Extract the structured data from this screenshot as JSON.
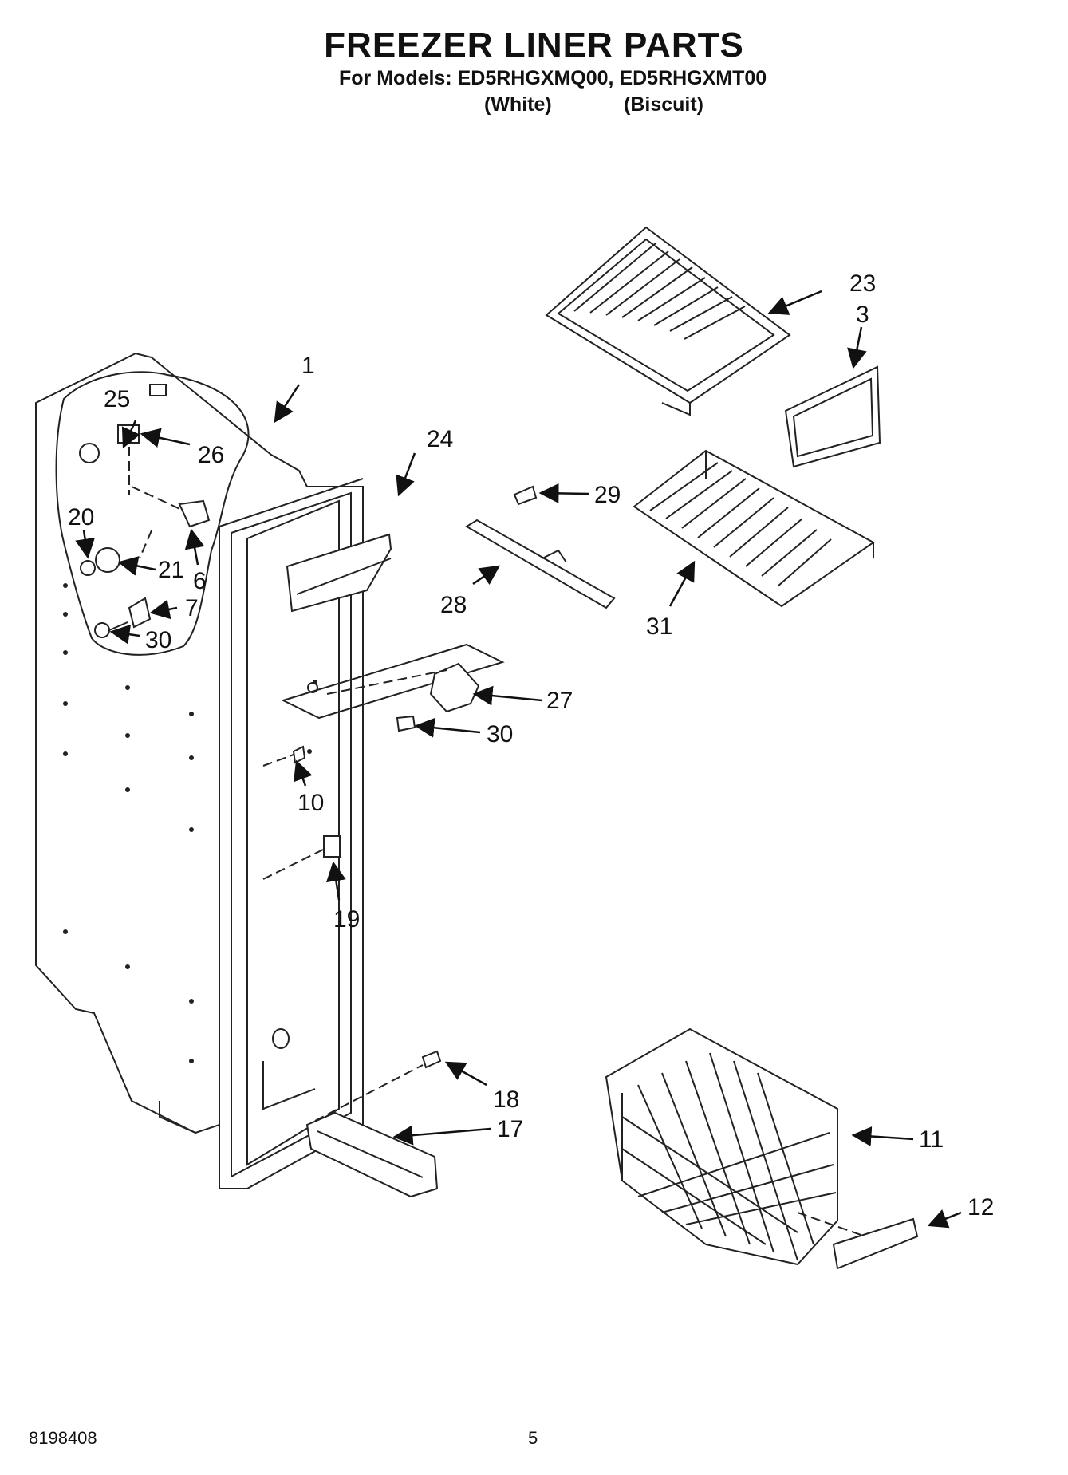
{
  "header": {
    "title": "FREEZER LINER PARTS",
    "models_line": "For Models: ED5RHGXMQ00, ED5RHGXMT00",
    "color_white": "(White)",
    "color_biscuit": "(Biscuit)"
  },
  "callouts": {
    "c1": "1",
    "c3": "3",
    "c6": "6",
    "c7": "7",
    "c10": "10",
    "c11": "11",
    "c12": "12",
    "c17": "17",
    "c18": "18",
    "c19": "19",
    "c20": "20",
    "c21": "21",
    "c23": "23",
    "c24": "24",
    "c25": "25",
    "c26": "26",
    "c27": "27",
    "c28": "28",
    "c29": "29",
    "c30a": "30",
    "c30b": "30",
    "c31": "31"
  },
  "footer": {
    "doc_number": "8198408",
    "page_number": "5"
  }
}
